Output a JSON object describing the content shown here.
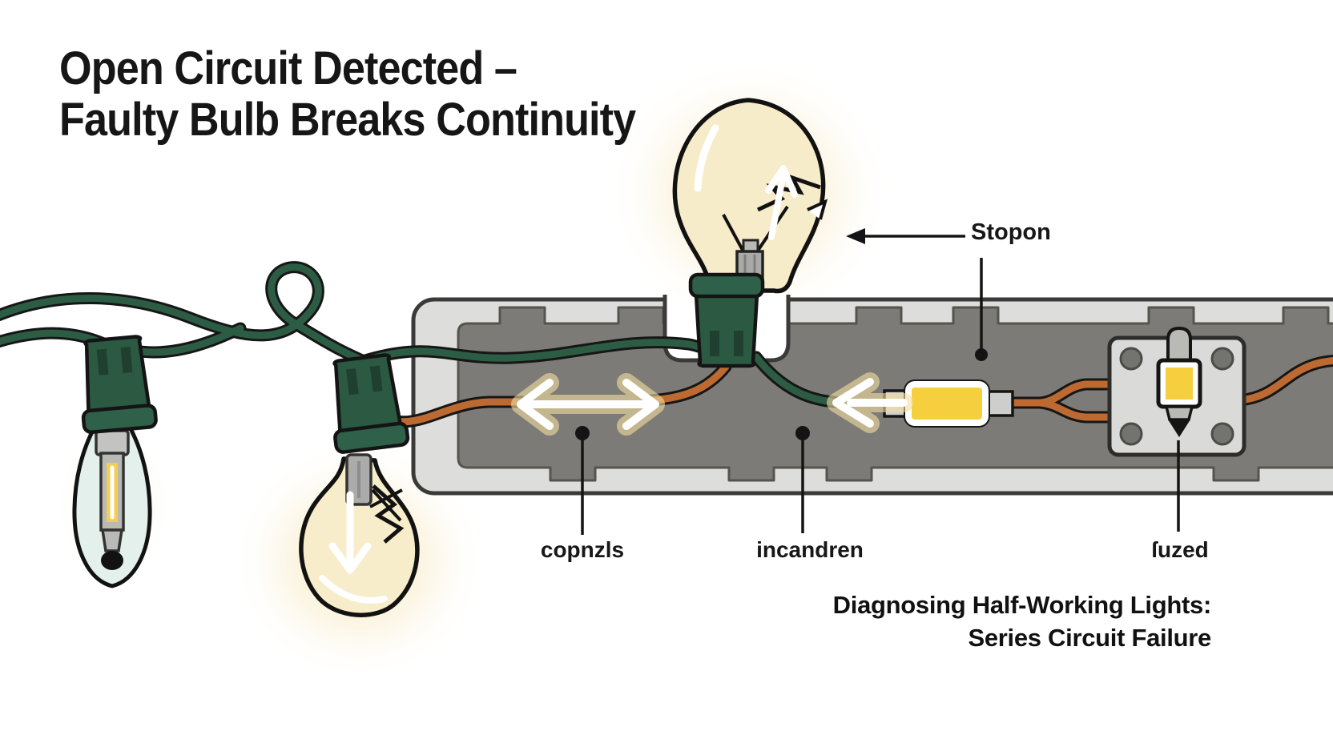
{
  "title": {
    "line1": "Open Circuit Detected –",
    "line2": "Faulty Bulb Breaks Continuity"
  },
  "annotations": {
    "broken_bulb_label": "Stopon",
    "copper_wire_label": "copnᴢls",
    "socket_wire_label": "incandren",
    "fuse_label": "ſuzed"
  },
  "caption": {
    "line1": "Diagnosing Half-Working Lights:",
    "line2": "Series Circuit Failure"
  },
  "colors": {
    "background": "#ffffff",
    "text": "#141414",
    "wire_green": "#2d5c45",
    "socket_green": "#2b5942",
    "wire_copper": "#bc6a31",
    "bulb_glass_warm": "#f7ecca",
    "bulb_glass_cool": "#e3f0ec",
    "fuse_yellow": "#f6cf3f",
    "panel_outer": "#dddddb",
    "panel_inner": "#7c7b77",
    "glow_warm": "#f7e8bd",
    "outline": "#141414"
  }
}
